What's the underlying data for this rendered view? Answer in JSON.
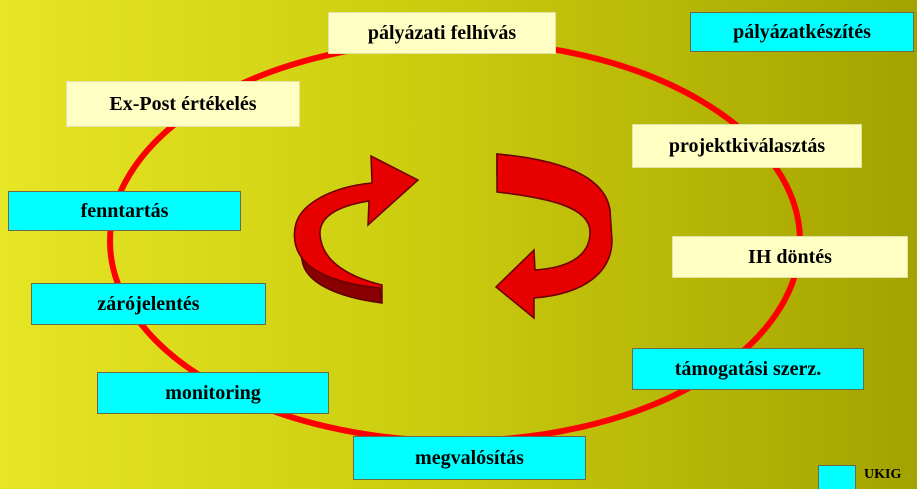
{
  "colors": {
    "background_start": "#e6e626",
    "background_end": "#a3a300",
    "cycle_ring": "#ff0000",
    "arrow_fill": "#e00000",
    "arrow_shade": "#8a0000",
    "box_cyan": "#00ffff",
    "box_cream": "#ffffc4"
  },
  "icons": {
    "center": "circular-arrows-icon"
  },
  "stages": {
    "call_for_proposals": "pályázati felhívás",
    "proposal_preparation": "pályázatkészítés",
    "project_selection": "projektkiválasztás",
    "ma_decision": "IH döntés",
    "grant_contract": "támogatási szerz.",
    "implementation": "megvalósítás",
    "monitoring": "monitoring",
    "final_report": "zárójelentés",
    "maintenance": "fenntartás",
    "ex_post_evaluation": "Ex-Post értékelés"
  },
  "legend": {
    "label": "UKIG"
  }
}
